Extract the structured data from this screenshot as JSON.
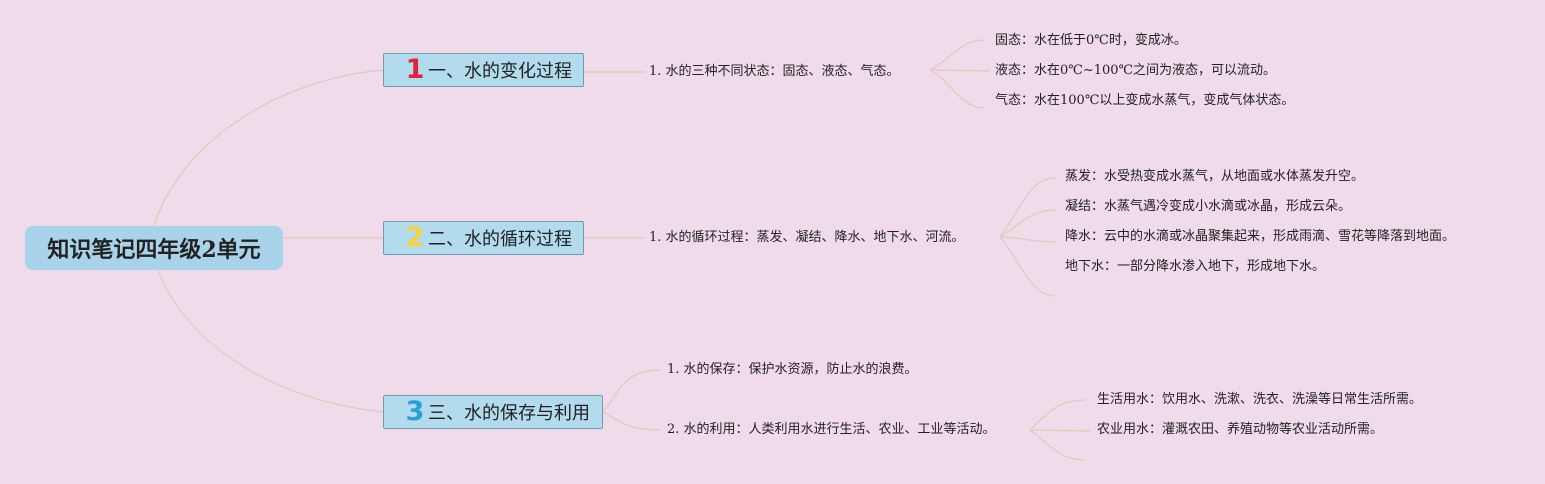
{
  "root": {
    "title": "知识笔记四年级2单元"
  },
  "branches": [
    {
      "num": "1",
      "label": "一、水的变化过程",
      "items": [
        {
          "text": "1. 水的三种不同状态：固态、液态、气态。",
          "children": [
            "固态：水在低于0℃时，变成冰。",
            "液态：水在0℃~100℃之间为液态，可以流动。",
            "气态：水在100℃以上变成水蒸气，变成气体状态。"
          ]
        }
      ]
    },
    {
      "num": "2",
      "label": "二、水的循环过程",
      "items": [
        {
          "text": "1. 水的循环过程：蒸发、凝结、降水、地下水、河流。",
          "children": [
            "蒸发：水受热变成水蒸气，从地面或水体蒸发升空。",
            "凝结：水蒸气遇冷变成小水滴或冰晶，形成云朵。",
            "降水：云中的水滴或冰晶聚集起来，形成雨滴、雪花等降落到地面。",
            "地下水：一部分降水渗入地下，形成地下水。"
          ]
        }
      ]
    },
    {
      "num": "3",
      "label": "三、水的保存与利用",
      "items": [
        {
          "text": "1. 水的保存：保护水资源，防止水的浪费。",
          "children": []
        },
        {
          "text": "2. 水的利用：人类利用水进行生活、农业、工业等活动。",
          "children": [
            "生活用水：饮用水、洗漱、洗衣、洗澡等日常生活所需。",
            "农业用水：灌溉农田、养殖动物等农业活动所需。"
          ]
        }
      ]
    }
  ]
}
